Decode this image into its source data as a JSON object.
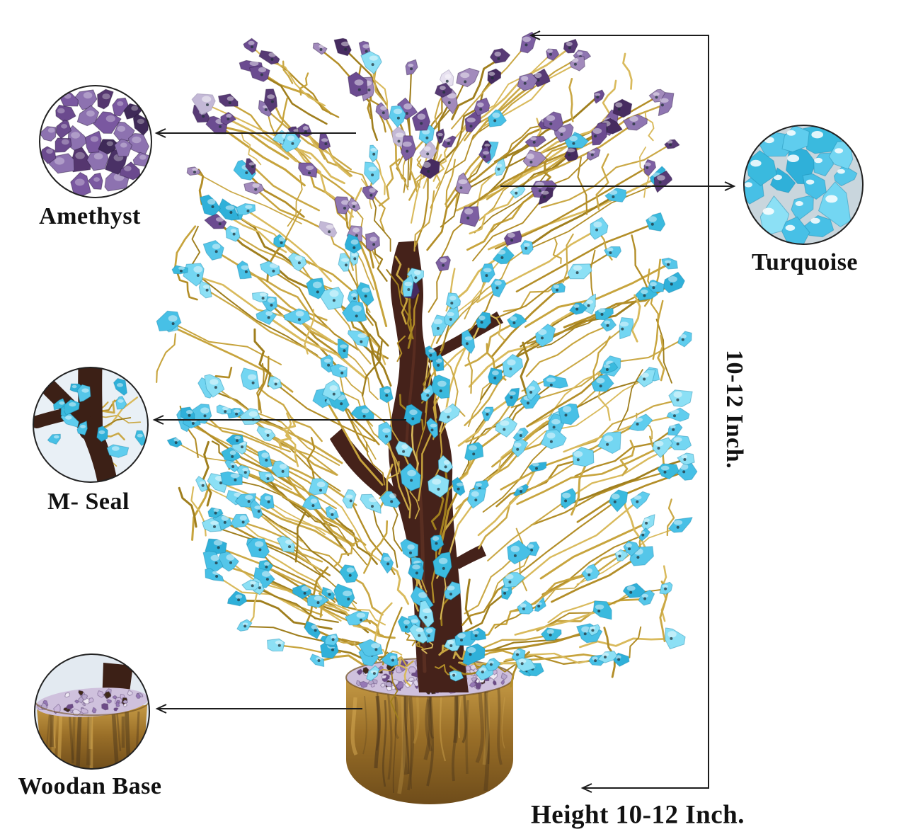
{
  "callouts": [
    {
      "id": "amethyst",
      "label": "Amethyst"
    },
    {
      "id": "turquoise",
      "label": "Turquoise"
    },
    {
      "id": "m_seal",
      "label": "M- Seal"
    },
    {
      "id": "woodan_base",
      "label": "Woodan Base"
    }
  ],
  "dimensions": {
    "vertical_label": "10-12 Inch.",
    "height_label": "Height 10-12 Inch."
  },
  "colors": {
    "background": "#ffffff",
    "annotation_line": "#1c1c1c",
    "label_text": "#111111",
    "wire_gold": [
      "#c7a43d",
      "#b38e28",
      "#d9ba5c",
      "#a07f1e",
      "#caa845"
    ],
    "turquoise_stones": [
      "#47c0e6",
      "#2fb0d9",
      "#5fcdee",
      "#73d6f2",
      "#3abade",
      "#8ce0f5",
      "#55c6e9"
    ],
    "turquoise_edge": "#1887ae",
    "amethyst_stones": [
      "#6b4b90",
      "#573a75",
      "#7d5fa2",
      "#8f76b1",
      "#462b60",
      "#a28abc"
    ],
    "amethyst_edge": "#33204a",
    "amethyst_inset": [
      "#3f2a58",
      "#55366f",
      "#6b4a8e",
      "#2e1f42",
      "#7a58a0",
      "#8d72b0",
      "#4a3166"
    ],
    "clear_stones": [
      "#d5cce2",
      "#e7e1f0",
      "#c3b8d6"
    ],
    "clear_edge": "#8f84a6",
    "trunk": "#45221a",
    "trunk_highlight": "#6e3a28",
    "base_wood_light": "#c59a45",
    "base_wood_mid": "#9a6f28",
    "base_wood_dark": "#6e4c1a",
    "base_streak_dark": "#46321a",
    "base_streak_light": "#d9ae55",
    "base_top": "#cfc1dd",
    "base_chips": [
      "#c9b6da",
      "#dcd2e8",
      "#efeaf4",
      "#9678b5",
      "#6d4b87",
      "#3e2a18",
      "#b7a7cc"
    ],
    "inset_bg": "#e9f0f6",
    "inset_turquoise_bg": "#c9d6dd",
    "inset_wood_bg": "#e3eaf1",
    "mseal_trunk": "#3c2016",
    "stone_hole": "#22333a",
    "circle_border": "#222222"
  }
}
